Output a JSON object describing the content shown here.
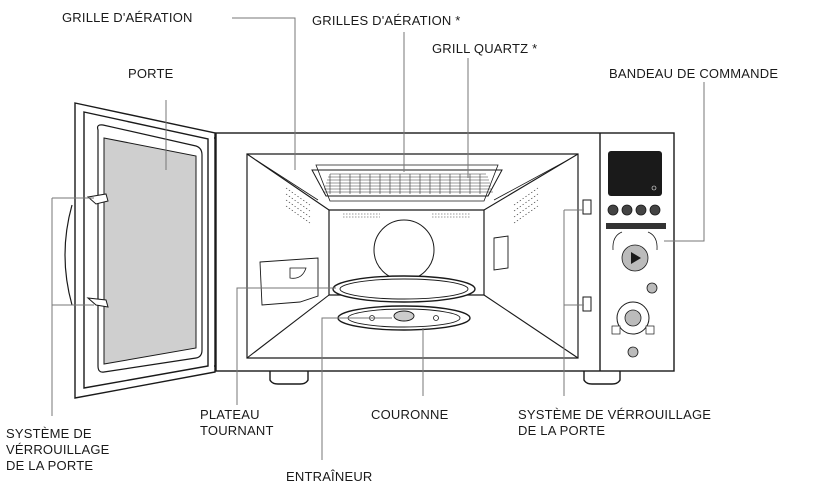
{
  "labels": {
    "vent_grille": "GRILLE D'AÉRATION",
    "vent_grilles": "GRILLES D'AÉRATION *",
    "quartz_grill": "GRILL QUARTZ *",
    "door": "PORTE",
    "control_panel": "BANDEAU DE COMMANDE",
    "door_lock_left": [
      "SYSTÈME DE",
      "VÉRROUILLAGE",
      "DE LA PORTE"
    ],
    "turntable": [
      "PLATEAU",
      "TOURNANT"
    ],
    "coupler": "ENTRAÎNEUR",
    "roller_ring": "COURONNE",
    "door_lock_right": [
      "SYSTÈME DE VÉRROUILLAGE",
      "DE LA PORTE"
    ]
  },
  "colors": {
    "line": "#1a1a1a",
    "leader": "#777777",
    "door_glass": "#cfcfcf",
    "display": "#1a1a1a"
  },
  "icons": [
    "start-button-icon",
    "stop-button-icon",
    "dial-icon",
    "control-button-icon"
  ]
}
